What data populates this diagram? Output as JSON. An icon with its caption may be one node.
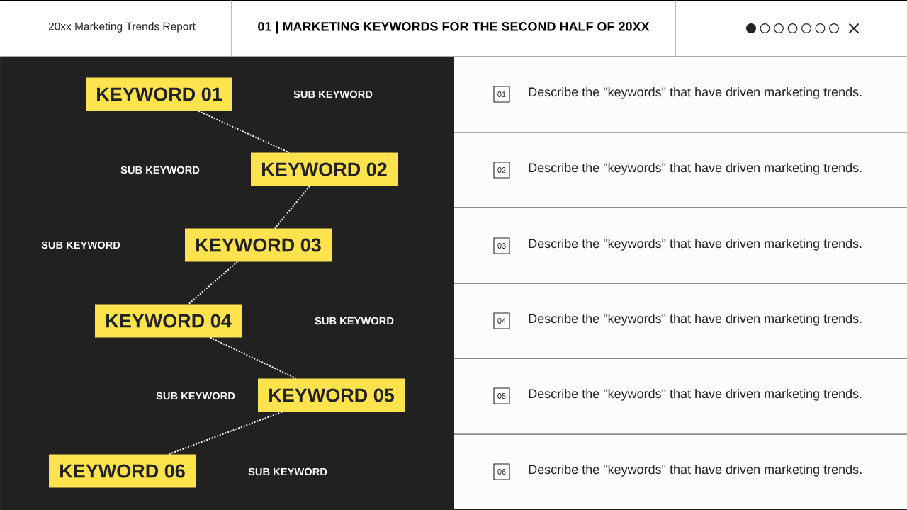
{
  "diagram": {
    "title": "01 | MARKETING KEYWORDS FOR THE SECOND HALF OF 20XX",
    "nodes": [
      {
        "text": [
          "KEYWORD 01"
        ]
      },
      {
        "text": [
          "KEYWORD 02"
        ]
      },
      {
        "text": [
          "KEYWORD 03"
        ]
      },
      {
        "text": [
          "KEYWORD 04"
        ]
      },
      {
        "text": [
          "KEYWORD 05"
        ]
      },
      {
        "text": [
          "KEYWORD 06"
        ]
      },
      {
        "text": [
          "01"
        ],
        "beside": [
          "Describe the \"keywords\" that have driven marketing trends."
        ]
      },
      {
        "text": [
          "02"
        ],
        "beside": [
          "Describe the \"keywords\" that have driven marketing trends."
        ]
      },
      {
        "text": [
          "03"
        ],
        "beside": [
          "Describe the \"keywords\" that have driven marketing trends."
        ]
      },
      {
        "text": [
          "04"
        ],
        "beside": [
          "Describe the \"keywords\" that have driven marketing trends."
        ]
      },
      {
        "text": [
          "05"
        ],
        "beside": [
          "Describe the \"keywords\" that have driven marketing trends."
        ]
      },
      {
        "text": [
          "06"
        ],
        "beside": [
          "Describe the \"keywords\" that have driven marketing trends."
        ]
      }
    ],
    "edges": [
      {
        "from": 0,
        "to": 1,
        "arrow": "none"
      },
      {
        "from": 1,
        "to": 2,
        "arrow": "none"
      },
      {
        "from": 2,
        "to": 3,
        "arrow": "none"
      },
      {
        "from": 3,
        "to": 4,
        "arrow": "none"
      },
      {
        "from": 4,
        "to": 5,
        "arrow": "none"
      }
    ],
    "labels": [
      "20xx Marketing Trends Report",
      "SUB KEYWORD",
      "SUB KEYWORD",
      "SUB KEYWORD",
      "SUB KEYWORD",
      "SUB KEYWORD",
      "SUB KEYWORD"
    ]
  }
}
